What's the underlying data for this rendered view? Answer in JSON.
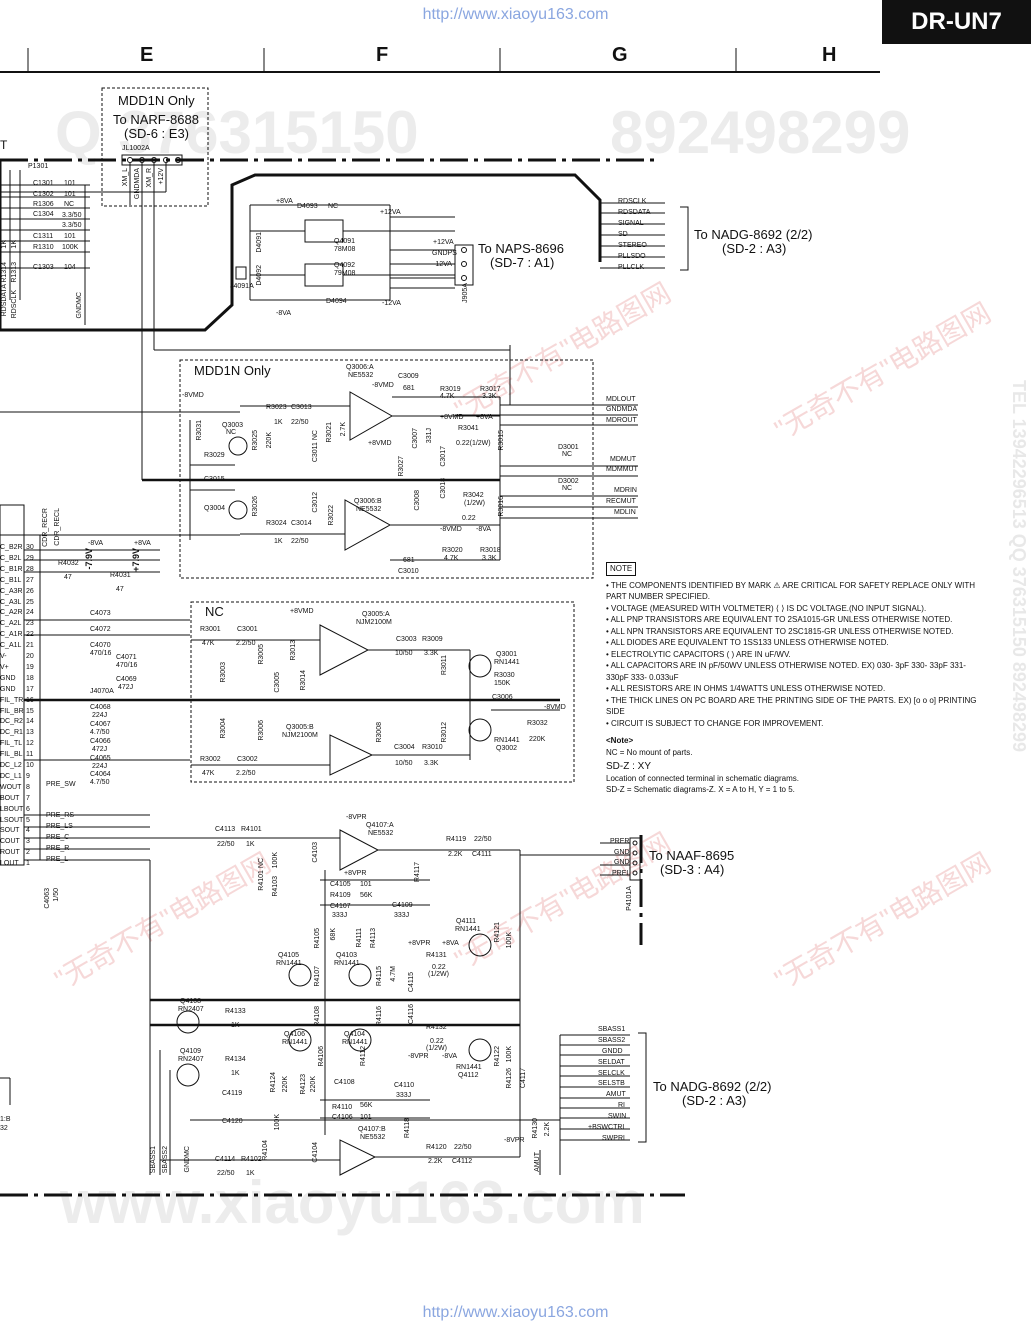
{
  "urls": {
    "top": "http://www.xiaoyu163.com",
    "bottom": "http://www.xiaoyu163.com"
  },
  "model": "DR-UN7",
  "columns": [
    "E",
    "F",
    "G",
    "H"
  ],
  "watermarks": {
    "phone1": "Q 376315150",
    "phone2": "892498299",
    "site": "www.xiaoyu163.com",
    "cn": "\"无奇不有\"电路图网",
    "side": "TEL 13942296513 QQ 376315150 892498299"
  },
  "blocks": {
    "mdd1n_top": "MDD1N Only",
    "narf": "To NARF-8688",
    "narf_ref": "(SD-6 : E3)",
    "naps": "To NAPS-8696",
    "naps_ref": "(SD-7 : A1)",
    "nadg_top": "To NADG-8692 (2/2)",
    "nadg_top_ref": "(SD-2 : A3)",
    "mdd1n_box": "MDD1N Only",
    "nc_box": "NC",
    "naaf": "To NAAF-8695",
    "naaf_ref": "(SD-3 : A4)",
    "nadg_bot": "To NADG-8692 (2/2)",
    "nadg_bot_ref": "(SD-2 : A3)"
  },
  "labels": {
    "jl1002a": "JL1002A",
    "p1301": "P1301",
    "left_t": "T",
    "c1301": "C1301",
    "c1302": "C1302",
    "r1306": "R1306",
    "c1304": "C1304",
    "c1311": "C1311",
    "r1310": "R1310",
    "c1303": "C1303",
    "v101a": "101",
    "v101b": "101",
    "vnc1": "NC",
    "v33_50a": "3.3/50",
    "v33_50b": "3.3/50",
    "v101c": "101",
    "v100k": "100K",
    "v104": "104",
    "xml": "XM_L",
    "gndmda": "GNDMDA",
    "xmr": "XM_R",
    "p12v": "+12V",
    "gndmc": "GNDMC",
    "rdsdata": "RDSDATA",
    "rdsclk": "RDSCLK",
    "p8va": "+8VA",
    "d4093": "D4093",
    "nc_d": "NC",
    "d4091": "D4091",
    "q4091": "Q4091",
    "q4091v": "78M08",
    "q4092": "Q4092",
    "q4092v": "79M08",
    "d4092": "D4092",
    "j4091a": "J4091A",
    "d4094": "D4094",
    "m8va": "-8VA",
    "p12va": "+12VA",
    "p12va2": "+12VA",
    "gndps": "GNDPS",
    "m12va": "-12VA",
    "m12va2": "-12VA",
    "j905a": "J905A",
    "rdsclk_r": "RDSCLK",
    "rdsdata_r": "RDSDATA",
    "signal": "SIGNAL",
    "sd": "SD",
    "stereo": "STEREO",
    "pllsdo": "PLLSDO",
    "pllclk": "PLLCLK",
    "q3006a": "Q3006:A",
    "ne5532a": "NE5532",
    "m8vmd": "-8VMD",
    "c3009": "C3009",
    "v681a": "681",
    "r3019": "R3019",
    "v47ka": "4.7K",
    "r3017": "R3017",
    "v33ka": "3.3K",
    "m8vmd_l": "-8VMD",
    "r3023": "R3023",
    "c3013": "C3013",
    "v1k_a": "1K",
    "v22_50a": "22/50",
    "q3003": "Q3003",
    "nc_q3003": "NC",
    "r3031": "R3031",
    "r3025": "R3025",
    "v220k_a": "220K",
    "r3021": "R3021",
    "v27k_a": "2.7K",
    "c3011": "C3011 NC",
    "p8vmd": "+8VMD",
    "p8vmd2": "+8VMD",
    "p8va2": "+8VA",
    "r3041": "R3041",
    "v022a": "0.22(1/2W)",
    "c3007": "C3007",
    "v331a": "331J",
    "c3017": "C3017",
    "r3015": "R3015",
    "r3027": "R3027",
    "r3029": "R3029",
    "c3015": "C3015",
    "q3004": "Q3004",
    "r3026": "R3026",
    "r3024": "R3024",
    "c3014": "C3014",
    "v1k_b": "1K",
    "v22_50b": "22/50",
    "c3012": "C3012",
    "r3022": "R3022",
    "q3006b": "Q3006:B",
    "ne5532b": "NE5532",
    "c3008": "C3008",
    "c3018": "C3018",
    "r3042": "R3042",
    "v12w": "(1/2W)",
    "v022b": "0.22",
    "r3016": "R3016",
    "m8vmd_b": "-8VMD",
    "m8va_b": "-8VA",
    "r3020": "R3020",
    "v47kb": "4.7K",
    "r3018": "R3018",
    "v33kb": "3.3K",
    "c3010": "C3010",
    "v681b": "681",
    "mdlout": "MDLOUT",
    "gndmda_r": "GNDMDA",
    "mdrout": "MDROUT",
    "d3001": "D3001",
    "mdmut": "MDMUT",
    "mdmmut": "MDMMUT",
    "d3002": "D3002",
    "mdrin": "MDRIN",
    "recmut": "RECMUT",
    "mdlin": "MDLIN",
    "m8va_l": "-8VA",
    "p8va_l": "+8VA",
    "m79v": "-7.9V",
    "p79v": "+7.9V",
    "r4032": "R4032",
    "v47a": "47",
    "r4031": "R4031",
    "v47b": "47",
    "cdr_recr": "CDR_RECR",
    "cdr_recl": "CDR_RECL",
    "p8vmd_nc": "+8VMD",
    "q3005a": "Q3005:A",
    "njm2100a": "NJM2100M",
    "r3001": "R3001",
    "v47kc": "47K",
    "c3001": "C3001",
    "v22_50c": "2.2/50",
    "r3005": "R3005",
    "r3013": "R3013",
    "c3003": "C3003",
    "v10_50a": "10/50",
    "r3009": "R3009",
    "v33kc": "3.3K",
    "r3011": "R3011",
    "q3001": "Q3001",
    "rn1441a": "RN1441",
    "r3003": "R3003",
    "c3005": "C3005",
    "r3014": "R3014",
    "r3030": "R3030",
    "v150k": "150K",
    "c3006": "C3006",
    "m8vmd_nc": "-8VMD",
    "r3032": "R3032",
    "v220kb": "220K",
    "r3004": "R3004",
    "r3006": "R3006",
    "q3005b": "Q3005:B",
    "njm2100b": "NJM2100M",
    "r3008": "R3008",
    "r3012": "R3012",
    "q3002": "Q3002",
    "rn1441b": "RN1441",
    "r3002": "R3002",
    "v47kd": "47K",
    "c3002": "C3002",
    "v22_50d": "2.2/50",
    "c3004": "C3004",
    "v10_50b": "10/50",
    "r3010": "R3010",
    "v33kd": "3.3K",
    "c4073": "C4073",
    "c4072": "C4072",
    "c4070": "C4070",
    "v470_16a": "470/16",
    "c4071": "C4071",
    "v470_16b": "470/16",
    "c4069": "C4069",
    "v472j": "472J",
    "j4070a": "J4070A",
    "c4068": "C4068",
    "v224j": "224J",
    "c4067": "C4067",
    "v47_50a": "4.7/50",
    "c4066": "C4066",
    "v472ja": "472J",
    "c4065": "C4065",
    "v224ja": "224J",
    "c4064": "C4064",
    "v47_50b": "4.7/50",
    "pre_rs": "PRE_RS",
    "pre_ls": "PRE_LS",
    "pre_c": "PRE_C",
    "pre_r": "PRE_R",
    "pre_l": "PRE_L",
    "pre_sw": "PRE_SW",
    "c4113": "C4113",
    "r4101": "R4101",
    "v22_50e": "22/50",
    "v1k_c": "1K",
    "m8vpr": "-8VPR",
    "q4107a": "Q4107:A",
    "ne5532c": "NE5532",
    "r4119": "R4119",
    "v22k_a": "2.2K",
    "c4111": "C4111",
    "v22_50f": "22/50",
    "r4117": "R4117",
    "v1k_d": "1K",
    "c4103": "C4103",
    "r4101b": "R4101 NC",
    "r4103": "R4103",
    "v100k_b": "100K",
    "p8vpr": "+8VPR",
    "c4105": "C4105",
    "v101d": "101",
    "r4109": "R4109",
    "v56k_a": "56K",
    "c4107": "C4107",
    "v333j_a": "333J",
    "c4109": "C4109",
    "v333j_b": "333J",
    "prer": "PRER",
    "gnd1": "GND",
    "gnd2": "GND",
    "prel": "PREL",
    "p4101a": "P4101A",
    "q4111": "Q4111",
    "rn1441c": "RN1441",
    "r4121": "R4121",
    "v100k_c": "100K",
    "p8vpr2": "+8VPR",
    "p8va3": "+8VA",
    "r4131": "R4131",
    "v022c": "0.22",
    "v12w_b": "(1/2W)",
    "q4105": "Q4105",
    "rn1441d": "RN1441",
    "r4105": "R4105",
    "v68k": "68K",
    "q4103": "Q4103",
    "rn1441e": "RN1441",
    "r4111": "R4111",
    "r4113": "R4113",
    "r4107": "R4107",
    "r4115": "R4115",
    "v47m": "4.7M",
    "c4115": "C4115",
    "q4108": "Q4108",
    "rn2407a": "RN2407",
    "r4133": "R4133",
    "v1k_e": "1K",
    "q4106": "Q4106",
    "rn1441f": "RN1441",
    "q4104": "Q4104",
    "rn1441g": "RN1441",
    "r4108": "R4108",
    "r4116": "R4116",
    "c4116": "C4116",
    "r4132": "R4132",
    "v022d": "0.22",
    "v12w_c": "(1/2W)",
    "m8vpr2": "-8VPR",
    "m8va3": "-8VA",
    "q4112": "Q4112",
    "rn1441h": "RN1441",
    "r4122": "R4122",
    "v100k_d": "100K",
    "r4126": "R4126",
    "c4117": "C4117",
    "q4109": "Q4109",
    "rn2407b": "RN2407",
    "r4134": "R4134",
    "v1k_f": "1K",
    "r4124": "R4124",
    "r4123": "R4123",
    "v220k_c": "220K",
    "v220k_d": "220K",
    "r4106": "R4106",
    "r4112": "R4112",
    "c4108": "C4108",
    "c4110": "C4110",
    "v333j_c": "333J",
    "r4110": "R4110",
    "v56k_b": "56K",
    "c4106": "C4106",
    "v101e": "101",
    "c4119": "C4119",
    "c4120": "C4120",
    "q4107b": "Q4107:B",
    "ne5532d": "NE5532",
    "r4118": "R4118",
    "r4102": "R4102",
    "c4114": "C4114",
    "v22_50g": "22/50",
    "v1k_g": "1K",
    "c4104": "C4104",
    "r4104": "R4104",
    "v100k_e": "100K",
    "r4120": "R4120",
    "v22k_b": "2.2K",
    "c4112": "C4112",
    "v22_50h": "22/50",
    "m8vpr3": "-8VPR",
    "r4130": "R4130",
    "v22k_c": "2.2K",
    "amut": "AMUT",
    "sbass1": "SBASS1",
    "sbass2": "SBASS2",
    "gndmc2": "GNDMC",
    "sbass1_r": "SBASS1",
    "sbass2_r": "SBASS2",
    "gndd": "GNDD",
    "seldat": "SELDAT",
    "selclk": "SELCLK",
    "selstb": "SELSTB",
    "amut_r": "AMUT",
    "ri": "RI",
    "swin": "SWIN",
    "bswctrl": "+BSWCTRL",
    "swprl": "SWPRL",
    "c4063": "C4063",
    "v1_50": "1/50",
    "left_pins": [
      "C_B2R",
      "C_B2L",
      "C_B1R",
      "C_B1L",
      "C_A3R",
      "C_A3L",
      "C_A2R",
      "C_A2L",
      "C_A1R",
      "C_A1L",
      "V-",
      "V+",
      "GND",
      "GND",
      "FIL_TR",
      "FIL_BR",
      "DC_R2",
      "DC_R1",
      "FIL_TL",
      "FIL_BL",
      "DC_L2",
      "DC_L1",
      "WOUT",
      "BOUT",
      "LBOUT",
      "LSOUT",
      "SOUT",
      "COUT",
      "ROUT",
      "LOUT"
    ],
    "left_nums": [
      "30",
      "29",
      "28",
      "27",
      "26",
      "25",
      "24",
      "23",
      "22",
      "21",
      "20",
      "19",
      "18",
      "17",
      "16",
      "15",
      "14",
      "13",
      "12",
      "11",
      "10",
      "9",
      "8",
      "7",
      "6",
      "5",
      "4",
      "3",
      "2",
      "1"
    ],
    "left_refs": [
      "1K",
      "1K",
      "R1314",
      "R1313"
    ],
    "left_bottom": [
      "1:B",
      "32"
    ]
  },
  "notes": {
    "heading": "NOTE",
    "items": [
      "THE COMPONENTS IDENTIFIED BY MARK ⚠ ARE CRITICAL FOR SAFETY REPLACE ONLY WITH PART NUMBER SPECIFIED.",
      "VOLTAGE (MEASURED WITH VOLTMETER) ⟨ ⟩ IS DC VOLTAGE.(NO INPUT SIGNAL).",
      "ALL PNP TRANSISTORS ARE EQUIVALENT TO 2SA1015-GR UNLESS OTHERWISE NOTED.",
      "ALL NPN TRANSISTORS ARE EQUIVALENT TO 2SC1815-GR UNLESS OTHERWISE NOTED.",
      "ALL DIODES ARE EQUIVALENT TO 1SS133 UNLESS OTHERWISE NOTED.",
      "ELECTROLYTIC CAPACITORS ( ) ARE IN uF/WV.",
      "ALL CAPACITORS ARE IN pF/50WV UNLESS OTHERWISE NOTED. EX) 030- 3pF 330- 33pF 331- 330pF 333- 0.033uF",
      "ALL RESISTORS ARE IN OHMS 1/4WATTS UNLESS OTHERWISE NOTED.",
      "THE THICK LINES ON PC BOARD ARE THE PRINTING SIDE OF THE PARTS. EX) [o o o] PRINTING SIDE",
      "CIRCUIT IS SUBJECT TO CHANGE FOR IMPROVEMENT."
    ],
    "note_head": "<Note>",
    "nc": "NC = No mount of parts.",
    "sdz": "SD-Z : XY",
    "loc": "Location of connected terminal in schematic diagrams.",
    "sdz2": "SD-Z = Schematic diagrams-Z. X = A to H, Y = 1 to 5."
  }
}
